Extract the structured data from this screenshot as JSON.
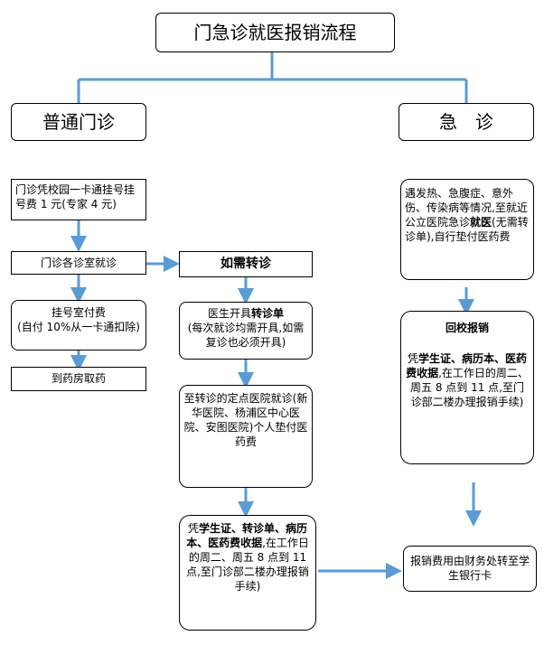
{
  "title": "门急诊就医报销流程",
  "branches": {
    "outpatient": "普通门诊",
    "emergency": "急　诊"
  },
  "outpatient_steps": {
    "register": "门诊凭校园一卡通挂号挂号费 1 元(专家 4 元)",
    "consult": "门诊各诊室就诊",
    "pay_title": "挂号室付费",
    "pay_note": "(自付 10%从一卡通扣除)",
    "pharmacy": "到药房取药"
  },
  "referral_steps": {
    "if_needed": "如需转诊",
    "referral_head_pre": "医生开具",
    "referral_head_bold": "转诊单",
    "referral_note": "(每次就诊均需开具,如需复诊也必须开具)",
    "designated": "至转诊的定点医院就诊(新华医院、杨浦区中心医院、安图医院)个人垫付医药费",
    "claim_pre": "凭",
    "claim_bold": "学生证、转诊单、病历本、医药费收据",
    "claim_post": ",在工作日的周二、周五 8 点到 11 点,至门诊部二楼办理报销手续)"
  },
  "emergency_steps": {
    "situation_pre": "遇发热、急腹症、意外伤、传染病等情况,至就近公立医院急诊",
    "situation_bold": "就医",
    "situation_post": "(无需转诊单),自行垫付医药费",
    "return_title": "回校报销",
    "return_pre": "凭",
    "return_bold": "学生证、病历本、医药费收据",
    "return_post": ",在工作日的周二、周五 8 点到 11 点,至门诊部二楼办理报销手续)"
  },
  "final": "报销费用由财务处转至学生银行卡",
  "colors": {
    "arrow": "#5b9bd5",
    "border": "#000000"
  }
}
